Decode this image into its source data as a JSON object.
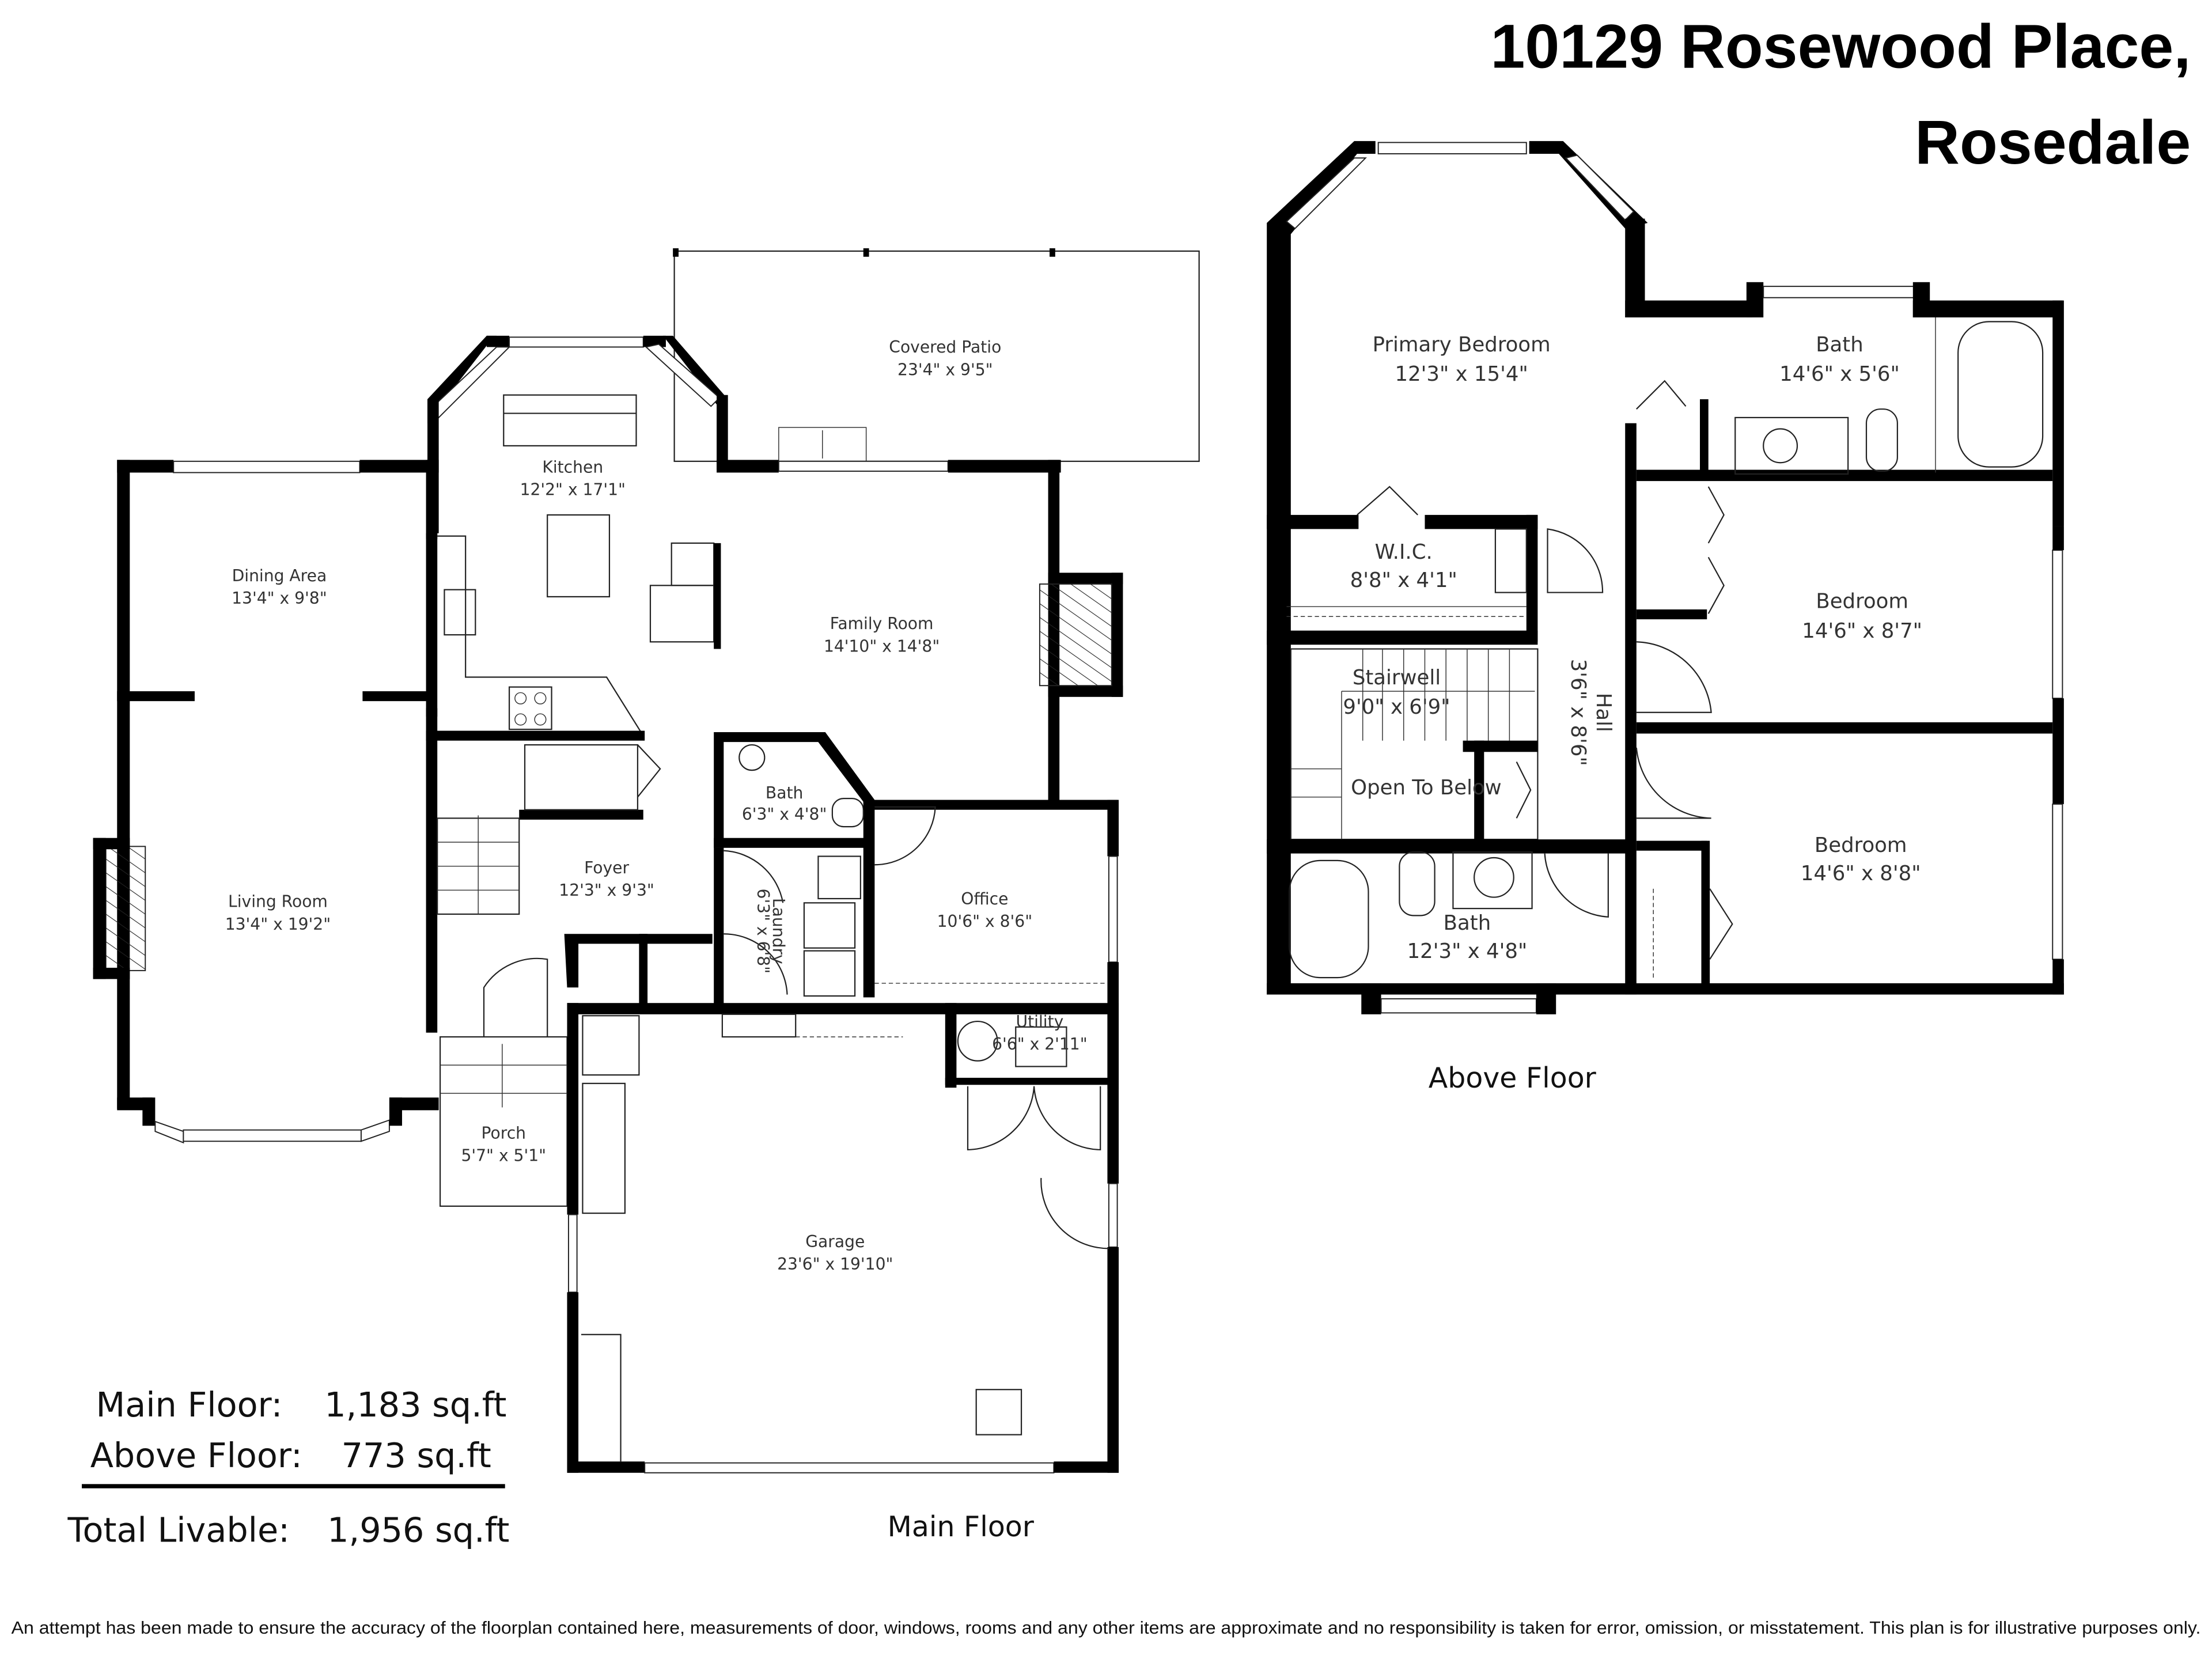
{
  "title": {
    "line1": "10129 Rosewood Place,",
    "line2": "Rosedale"
  },
  "main_floor": {
    "label": "Main Floor",
    "rooms": {
      "covered_patio": {
        "name": "Covered Patio",
        "dims": "23'4\" x 9'5\""
      },
      "kitchen": {
        "name": "Kitchen",
        "dims": "12'2\" x 17'1\""
      },
      "dining_area": {
        "name": "Dining Area",
        "dims": "13'4\" x 9'8\""
      },
      "family_room": {
        "name": "Family Room",
        "dims": "14'10\" x 14'8\""
      },
      "living_room": {
        "name": "Living Room",
        "dims": "13'4\" x 19'2\""
      },
      "foyer": {
        "name": "Foyer",
        "dims": "12'3\" x 9'3\""
      },
      "bath": {
        "name": "Bath",
        "dims": "6'3\" x 4'8\""
      },
      "laundry": {
        "name": "Laundry",
        "dims": "6'3\" x 6'8\""
      },
      "office": {
        "name": "Office",
        "dims": "10'6\" x 8'6\""
      },
      "utility": {
        "name": "Utility",
        "dims": "6'6\" x 2'11\""
      },
      "porch": {
        "name": "Porch",
        "dims": "5'7\" x 5'1\""
      },
      "garage": {
        "name": "Garage",
        "dims": "23'6\" x 19'10\""
      }
    }
  },
  "above_floor": {
    "label": "Above Floor",
    "rooms": {
      "primary_bedroom": {
        "name": "Primary Bedroom",
        "dims": "12'3\" x 15'4\""
      },
      "ensuite_bath": {
        "name": "Bath",
        "dims": "14'6\" x 5'6\""
      },
      "wic": {
        "name": "W.I.C.",
        "dims": "8'8\" x 4'1\""
      },
      "bedroom_2": {
        "name": "Bedroom",
        "dims": "14'6\" x 8'7\""
      },
      "stairwell": {
        "name": "Stairwell",
        "dims": "9'0\" x 6'9\""
      },
      "hall": {
        "name": "Hall",
        "dims": "3'6\" x 8'6\""
      },
      "open_to_below": {
        "name": "Open To Below"
      },
      "bedroom_3": {
        "name": "Bedroom",
        "dims": "14'6\" x 8'8\""
      },
      "main_bath": {
        "name": "Bath",
        "dims": "12'3\" x 4'8\""
      }
    }
  },
  "area_summary": {
    "main_floor": {
      "label": "Main Floor:",
      "value": "1,183 sq.ft"
    },
    "above_floor": {
      "label": "Above Floor:",
      "value": "773 sq.ft"
    },
    "total": {
      "label": "Total Livable:",
      "value": "1,956 sq.ft"
    }
  },
  "disclaimer": "An attempt has been made to ensure the accuracy of the floorplan contained here, measurements of door, windows, rooms and any other items are approximate and no responsibility is taken for error, omission, or misstatement. This plan is for illustrative purposes only.",
  "colors": {
    "wall": "#000000",
    "background": "#ffffff",
    "line": "#222222"
  }
}
